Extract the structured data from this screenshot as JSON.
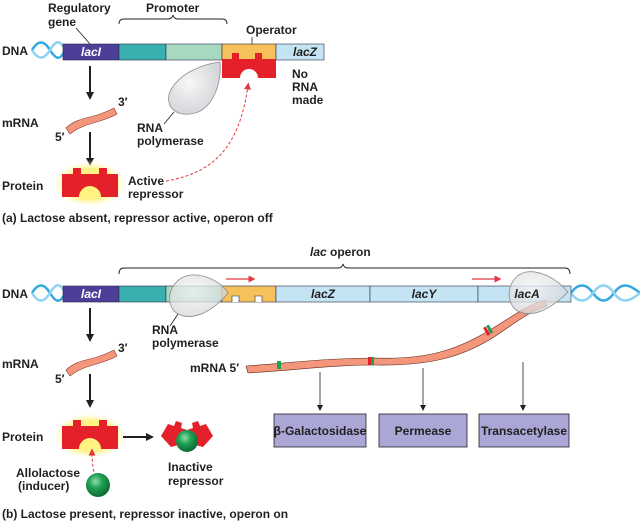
{
  "panel_a": {
    "caption": "(a) Lactose absent, repressor active, operon off",
    "dna_label": "DNA",
    "regulatory_gene_label_1": "Regulatory",
    "regulatory_gene_label_2": "gene",
    "promoter_label": "Promoter",
    "operator_label": "Operator",
    "laci_label": "lacI",
    "lacz_label": "lacZ",
    "no_rna_1": "No",
    "no_rna_2": "RNA",
    "no_rna_3": "made",
    "mrna_label": "mRNA",
    "three_prime": "3′",
    "five_prime": "5′",
    "rna_pol_1": "RNA",
    "rna_pol_2": "polymerase",
    "protein_label": "Protein",
    "active_repressor_1": "Active",
    "active_repressor_2": "repressor"
  },
  "panel_b": {
    "caption": "(b) Lactose present, repressor inactive, operon on",
    "dna_label": "DNA",
    "lac_operon_italic": "lac",
    "lac_operon_rest": " operon",
    "laci_label": "lacI",
    "lacz_label": "lacZ",
    "lacy_label": "lacY",
    "laca_label": "lacA",
    "rna_pol_1": "RNA",
    "rna_pol_2": "polymerase",
    "mrna_label": "mRNA",
    "three_prime": "3′",
    "five_prime": "5′",
    "long_mrna_label": "mRNA 5′",
    "protein_label": "Protein",
    "allolactose_1": "Allolactose",
    "allolactose_2": "(inducer)",
    "inactive_repressor_1": "Inactive",
    "inactive_repressor_2": "repressor",
    "enzymes": [
      "β-Galactosidase",
      "Permease",
      "Transacetylase"
    ]
  },
  "colors": {
    "laci": "#4b3f98",
    "promoter_dark": "#3aafb0",
    "promoter_light": "#a6d9c0",
    "operator": "#f6c15a",
    "structural_gene": "#c4e3f3",
    "repressor": "#e4212a",
    "glow": "#fff27a",
    "mrna": "#f3967b",
    "polymerase": "#e5e6e8",
    "inducer": "#1fa054",
    "enzyme_box": "#aaa7d6",
    "dna_helix": "#36a9e1",
    "red_arrow": "#e2383f"
  }
}
